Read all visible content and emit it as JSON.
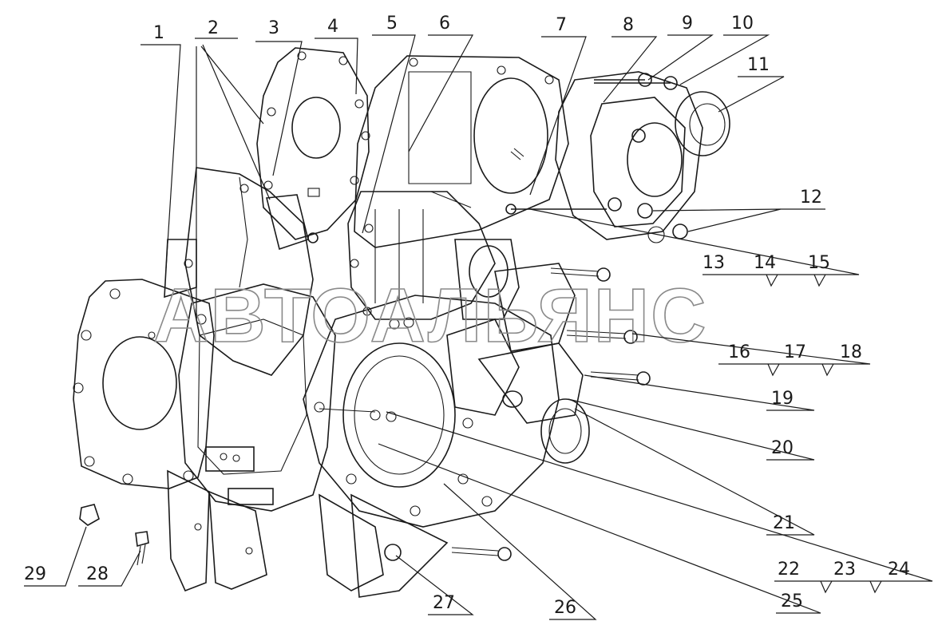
{
  "watermark": "АВТОАЛЬЯНС",
  "callouts": [
    "1",
    "2",
    "3",
    "4",
    "5",
    "6",
    "7",
    "8",
    "9",
    "10",
    "11",
    "12",
    "13",
    "14",
    "15",
    "16",
    "17",
    "18",
    "19",
    "20",
    "21",
    "22",
    "23",
    "24",
    "25",
    "26",
    "27",
    "28",
    "29"
  ]
}
